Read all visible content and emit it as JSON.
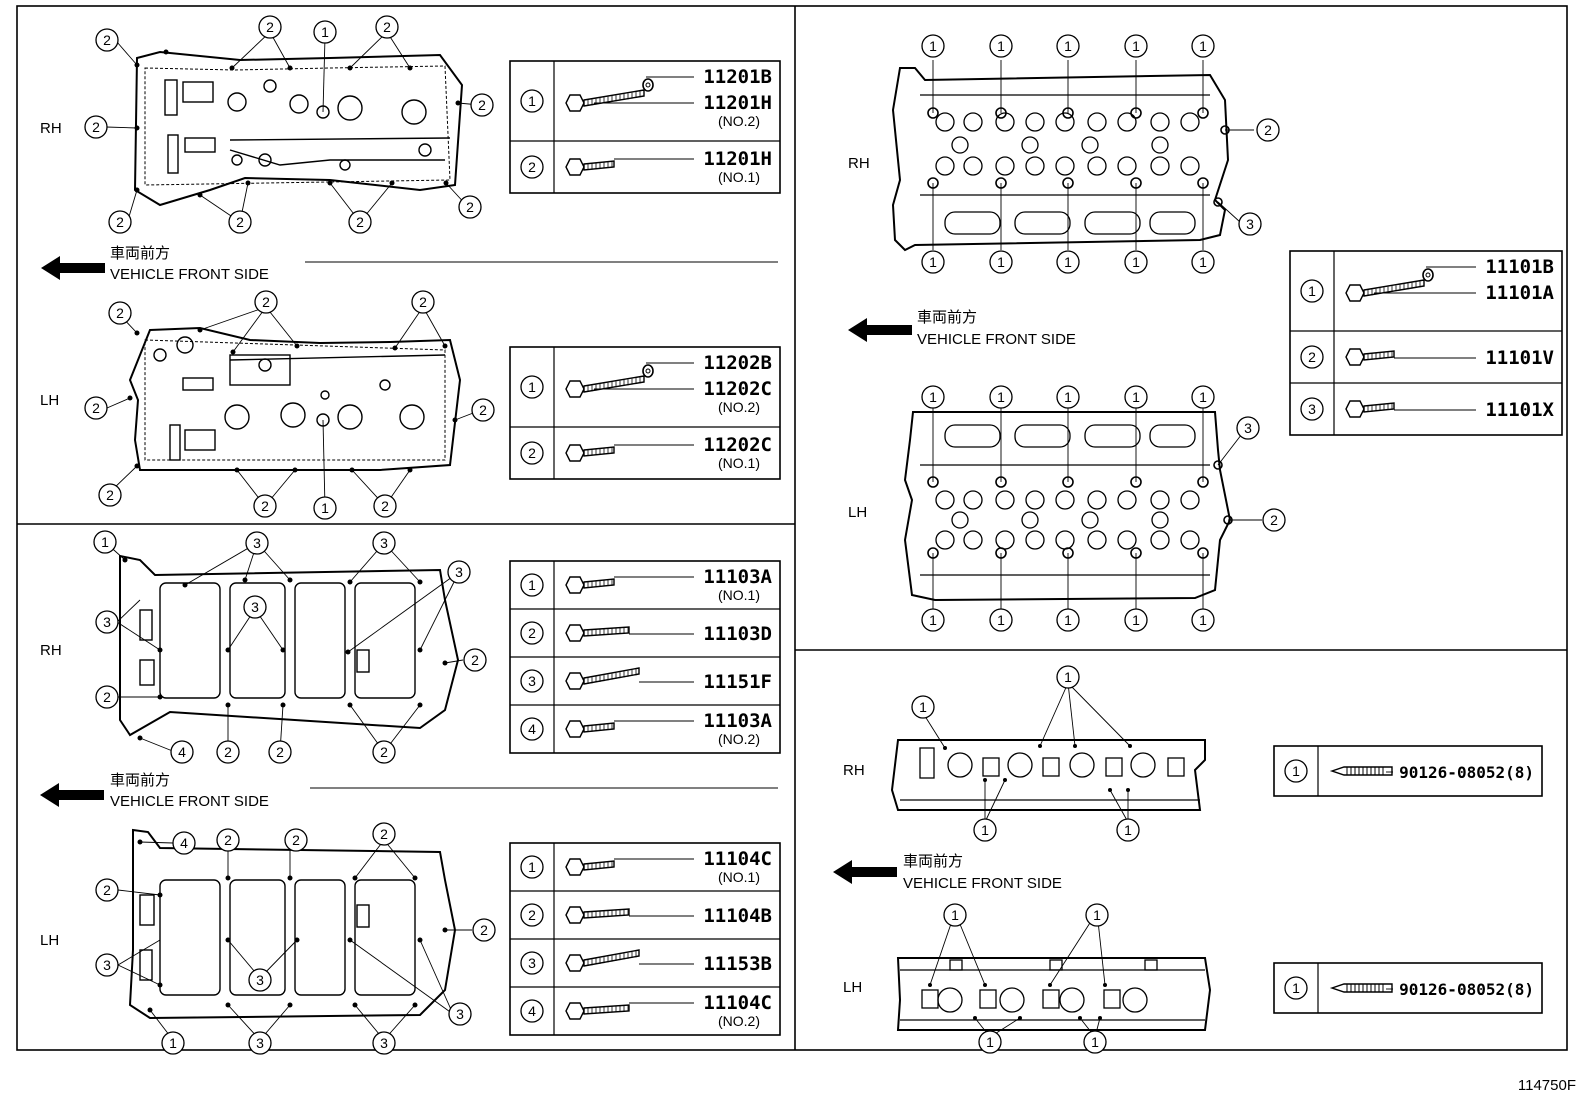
{
  "figure_number": "114750F",
  "labels": {
    "rh": "RH",
    "lh": "LH",
    "front_jp": "車両前方",
    "front_en": "VEHICLE FRONT SIDE"
  },
  "tables": {
    "head_cover_rh": [
      {
        "num": "1",
        "parts": [
          "11201B",
          "11201H"
        ],
        "note": "(NO.2)",
        "bolt": "long-washer"
      },
      {
        "num": "2",
        "parts": [
          "11201H"
        ],
        "note": "(NO.1)",
        "bolt": "short"
      }
    ],
    "head_cover_lh": [
      {
        "num": "1",
        "parts": [
          "11202B",
          "11202C"
        ],
        "note": "(NO.2)",
        "bolt": "long-washer"
      },
      {
        "num": "2",
        "parts": [
          "11202C"
        ],
        "note": "(NO.1)",
        "bolt": "short"
      }
    ],
    "cam_housing_rh": [
      {
        "num": "1",
        "parts": [
          "11103A"
        ],
        "note": "(NO.1)",
        "bolt": "short"
      },
      {
        "num": "2",
        "parts": [
          "11103D"
        ],
        "note": "",
        "bolt": "medium"
      },
      {
        "num": "3",
        "parts": [
          "11151F"
        ],
        "note": "",
        "bolt": "long"
      },
      {
        "num": "4",
        "parts": [
          "11103A"
        ],
        "note": "(NO.2)",
        "bolt": "short"
      }
    ],
    "cam_housing_lh": [
      {
        "num": "1",
        "parts": [
          "11104C"
        ],
        "note": "(NO.1)",
        "bolt": "short"
      },
      {
        "num": "2",
        "parts": [
          "11104B"
        ],
        "note": "",
        "bolt": "medium"
      },
      {
        "num": "3",
        "parts": [
          "11153B"
        ],
        "note": "",
        "bolt": "long"
      },
      {
        "num": "4",
        "parts": [
          "11104C"
        ],
        "note": "(NO.2)",
        "bolt": "medium"
      }
    ],
    "cylinder_head": [
      {
        "num": "1",
        "parts": [
          "11101B",
          "11101A"
        ],
        "note": "",
        "bolt": "long-washer"
      },
      {
        "num": "2",
        "parts": [
          "11101V"
        ],
        "note": "",
        "bolt": "short"
      },
      {
        "num": "3",
        "parts": [
          "11101X"
        ],
        "note": "",
        "bolt": "short"
      }
    ],
    "stud_rh": [
      {
        "num": "1",
        "parts": [
          "90126-08052(8)"
        ],
        "note": "",
        "bolt": "stud"
      }
    ],
    "stud_lh": [
      {
        "num": "1",
        "parts": [
          "90126-08052(8)"
        ],
        "note": "",
        "bolt": "stud"
      }
    ]
  }
}
